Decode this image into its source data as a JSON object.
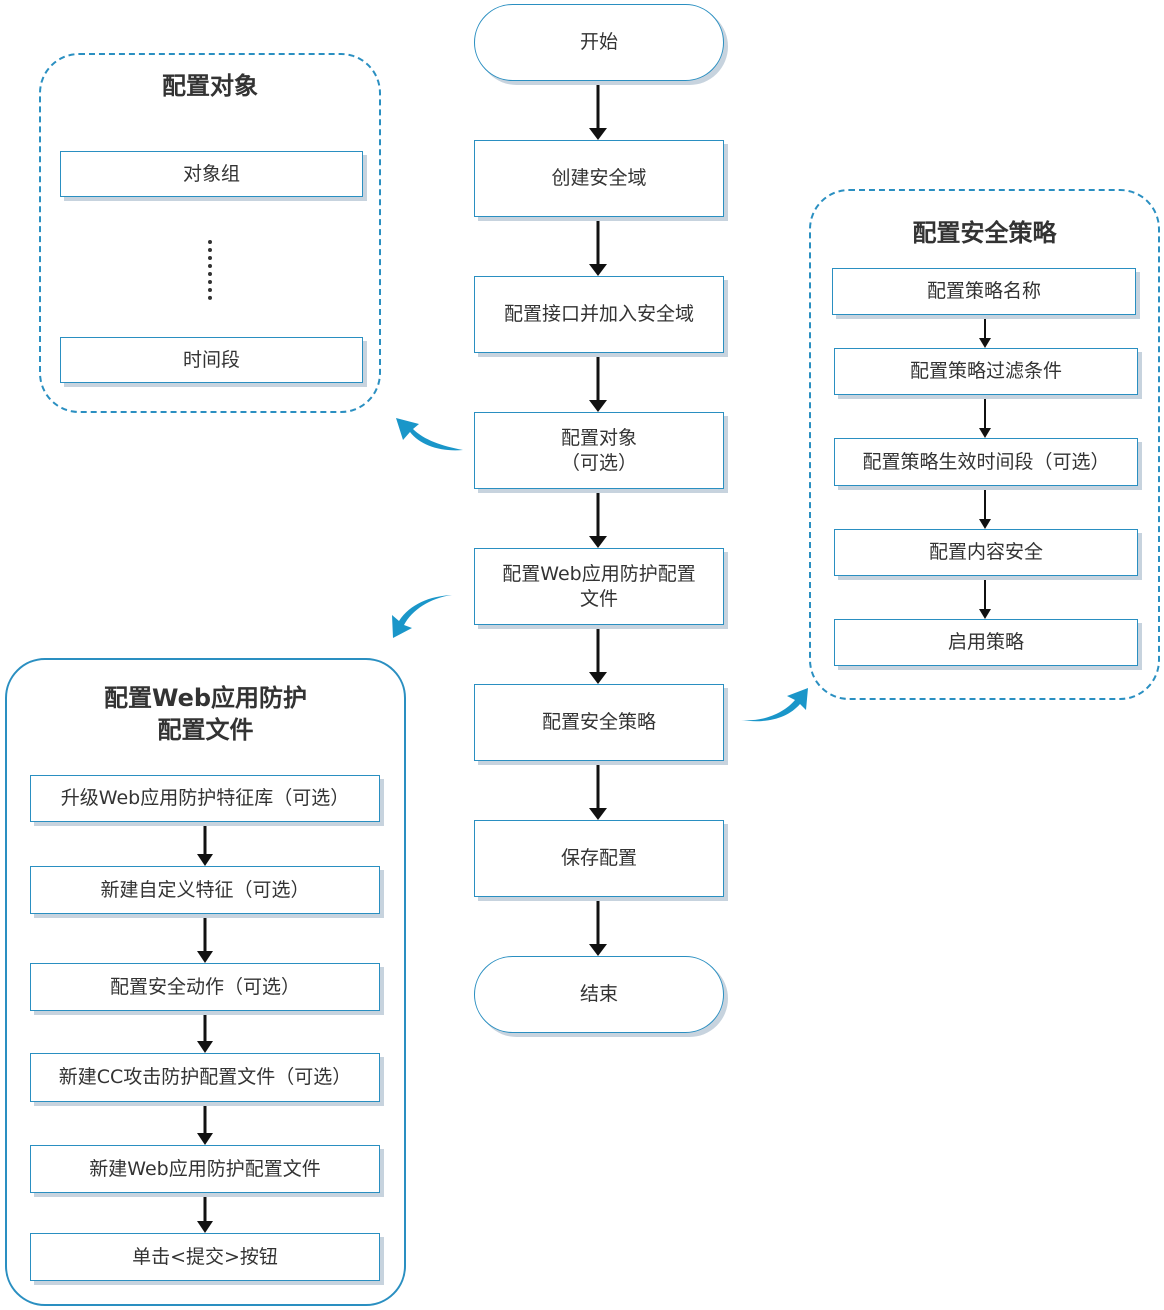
{
  "main_flow": {
    "start": "开始",
    "create_zone": "创建安全域",
    "config_interface": "配置接口并加入安全域",
    "config_object": "配置对象\n（可选）",
    "config_waf": "配置Web应用防护配置\n文件",
    "config_policy": "配置安全策略",
    "save_config": "保存配置",
    "end": "结束"
  },
  "object_group": {
    "title": "配置对象",
    "items": [
      "对象组",
      "时间段"
    ]
  },
  "policy_group": {
    "title": "配置安全策略",
    "steps": [
      "配置策略名称",
      "配置策略过滤条件",
      "配置策略生效时间段（可选）",
      "配置内容安全",
      "启用策略"
    ]
  },
  "waf_group": {
    "title": "配置Web应用防护\n配置文件",
    "steps": [
      "升级Web应用防护特征库（可选）",
      "新建自定义特征（可选）",
      "配置安全动作（可选）",
      "新建CC攻击防护配置文件（可选）",
      "新建Web应用防护配置文件",
      "单击<提交>按钮"
    ]
  },
  "colors": {
    "accent": "#2a8fc1",
    "shadow": "#c7d3de",
    "arrow": "#111111",
    "curve_arrow": "#1a96c9"
  }
}
